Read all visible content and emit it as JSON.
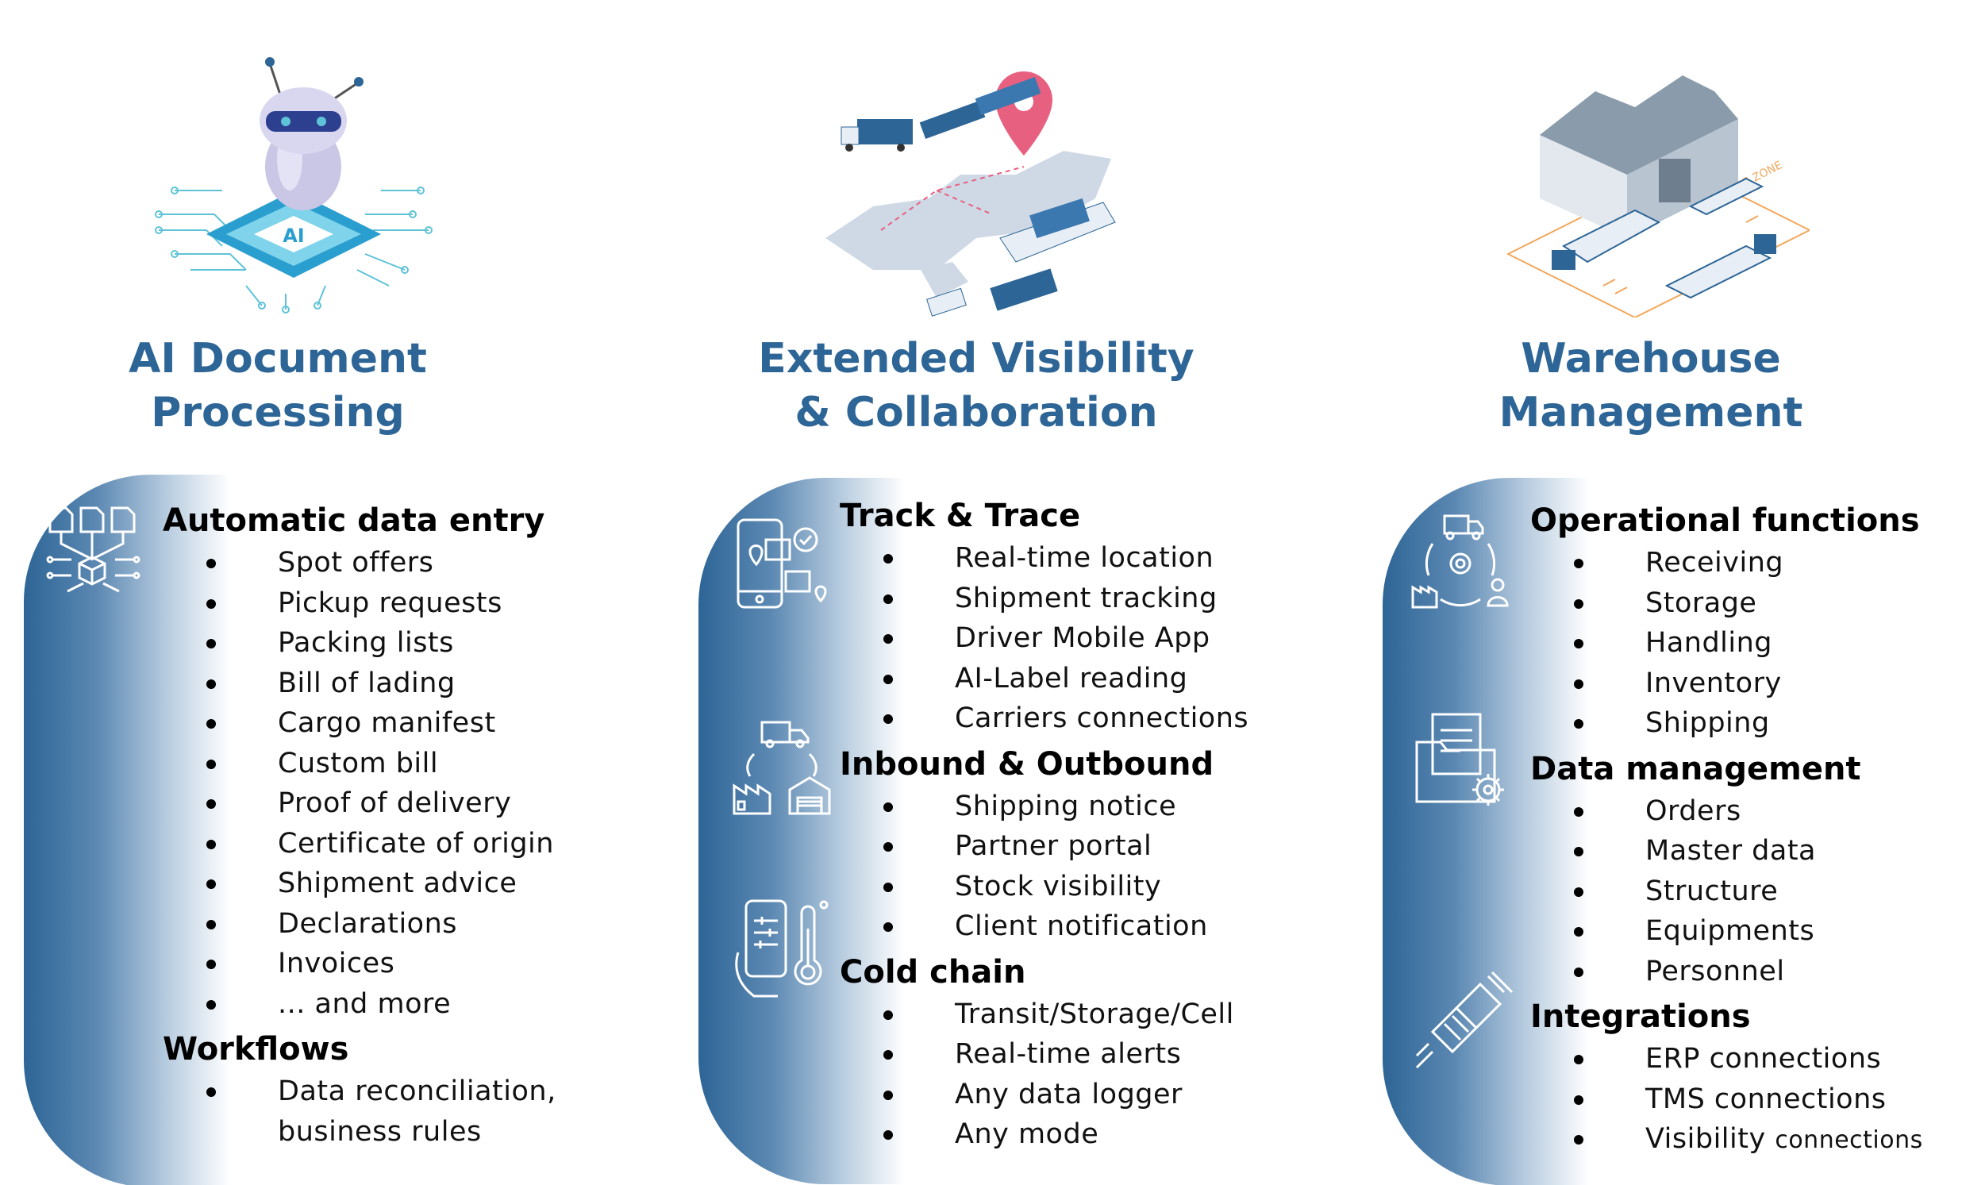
{
  "columns": [
    {
      "heading": [
        "AI Document",
        "Processing"
      ],
      "sections": [
        {
          "title": "Automatic data entry",
          "items": [
            "Spot offers",
            "Pickup requests",
            "Packing lists",
            "Bill of lading",
            "Cargo manifest",
            "Custom bill",
            "Proof of delivery",
            "Certificate of origin",
            "Shipment advice",
            "Declarations",
            "Invoices",
            "... and more"
          ]
        },
        {
          "title": "Workflows",
          "items": [
            "Data reconciliation,",
            "business rules"
          ]
        }
      ],
      "illustration_chip_text": "AI"
    },
    {
      "heading": [
        "Extended Visibility",
        "& Collaboration"
      ],
      "sections": [
        {
          "title": "Track & Trace",
          "items": [
            "Real-time location",
            "Shipment tracking",
            "Driver Mobile App",
            "AI-Label reading",
            "Carriers connections"
          ]
        },
        {
          "title": "Inbound & Outbound",
          "items": [
            "Shipping notice",
            "Partner portal",
            "Stock visibility",
            "Client notification"
          ]
        },
        {
          "title": "Cold chain",
          "items": [
            "Transit/Storage/Cell",
            "Real-time alerts",
            "Any data logger",
            "Any mode"
          ]
        }
      ]
    },
    {
      "heading": [
        "Warehouse",
        "Management"
      ],
      "sections": [
        {
          "title": "Operational functions",
          "items": [
            "Receiving",
            "Storage",
            "Handling",
            "Inventory",
            "Shipping"
          ]
        },
        {
          "title": "Data management",
          "items": [
            "Orders",
            "Master data",
            "Structure",
            "Equipments",
            "Personnel"
          ]
        },
        {
          "title": "Integrations",
          "items": [
            "ERP connections",
            "TMS connections"
          ],
          "last_item_main": "Visibility",
          "last_item_small": "connections"
        }
      ],
      "illustration_text": "LOADING ZONE"
    }
  ],
  "colors": {
    "heading": "#2d6596",
    "panel_dark": "#2d6596",
    "panel_light": "#ffffff",
    "pin": "#e8607f",
    "orange": "#f2a85c"
  }
}
